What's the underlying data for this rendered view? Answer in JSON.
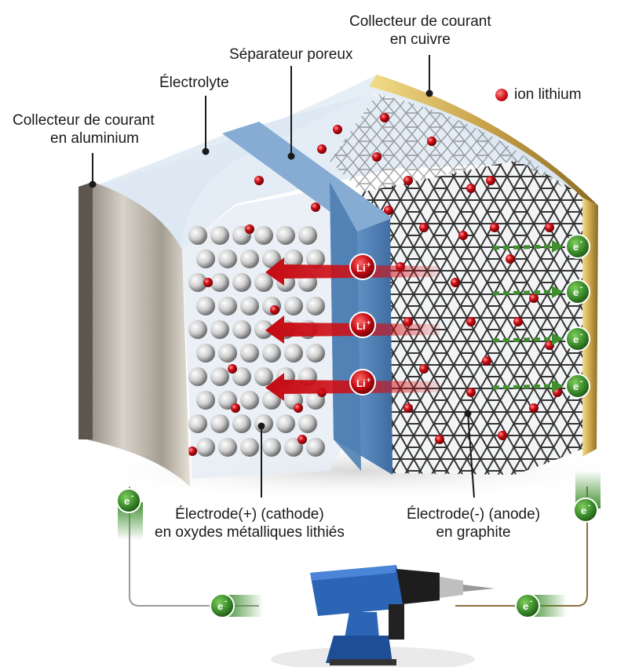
{
  "labels": {
    "collector_al": [
      "Collecteur de courant",
      "en aluminium"
    ],
    "electrolyte": "Électrolyte",
    "separator": "Séparateur poreux",
    "collector_cu": [
      "Collecteur de courant",
      "en cuivre"
    ],
    "cathode": [
      "Électrode(+) (cathode)",
      "en oxydes métalliques lithiés"
    ],
    "anode": [
      "Électrode(-) (anode)",
      "en graphite"
    ]
  },
  "legend": {
    "label": "ion lithium",
    "icon": "red-sphere-icon"
  },
  "ion_label": "Li",
  "ion_charge": "+",
  "electron_label": "e",
  "electron_charge": "-",
  "colors": {
    "ion": "#d10e16",
    "electron": "#3f8f2f",
    "separator": "#5d8fc2",
    "copper": "#c9a84c",
    "aluminium": "#a9a39a",
    "graphite": "#2a2a2a"
  }
}
